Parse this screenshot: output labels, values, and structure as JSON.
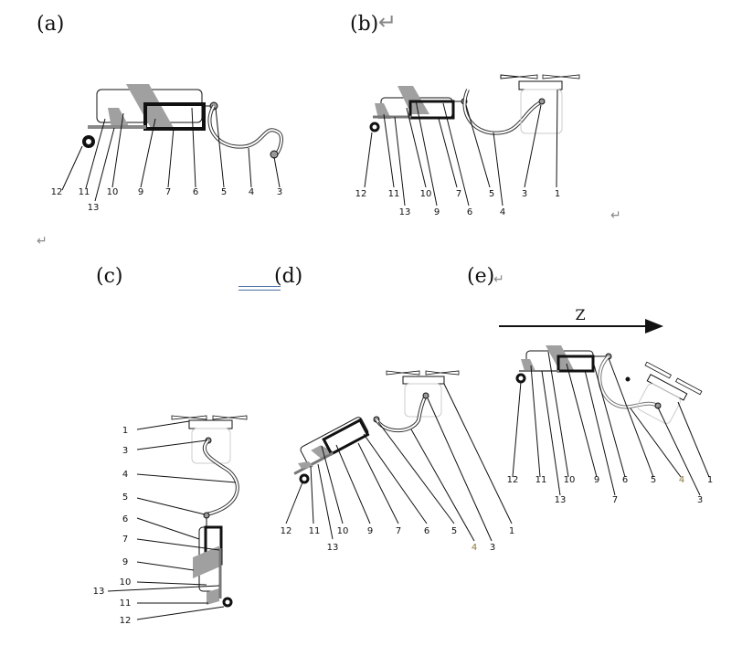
{
  "panels": {
    "a": {
      "label": "(a)",
      "parts": [
        "12",
        "11",
        "10",
        "9",
        "7",
        "6",
        "5",
        "4",
        "3",
        "13"
      ]
    },
    "b": {
      "label": "(b)",
      "parts": [
        "12",
        "11",
        "10",
        "7",
        "5",
        "3",
        "1",
        "13",
        "9",
        "6",
        "4"
      ]
    },
    "c": {
      "label": "(c)",
      "parts": [
        "1",
        "3",
        "4",
        "5",
        "6",
        "7",
        "9",
        "10",
        "13",
        "11",
        "12"
      ]
    },
    "d": {
      "label": "(d)",
      "parts": [
        "12",
        "11",
        "10",
        "9",
        "7",
        "6",
        "5",
        "1",
        "13",
        "4",
        "3"
      ]
    },
    "e": {
      "label": "(e)",
      "direction_label": "Z",
      "parts": [
        "12",
        "11",
        "10",
        "9",
        "6",
        "5",
        "4",
        "1",
        "13",
        "7",
        "3"
      ]
    }
  },
  "return_mark": "↵",
  "colors": {
    "line": "#111111",
    "part_fill": "#a0a0a0",
    "faint": "#cccccc",
    "accent_label": "#8a7a3a",
    "underline": "#4a6fa5"
  }
}
